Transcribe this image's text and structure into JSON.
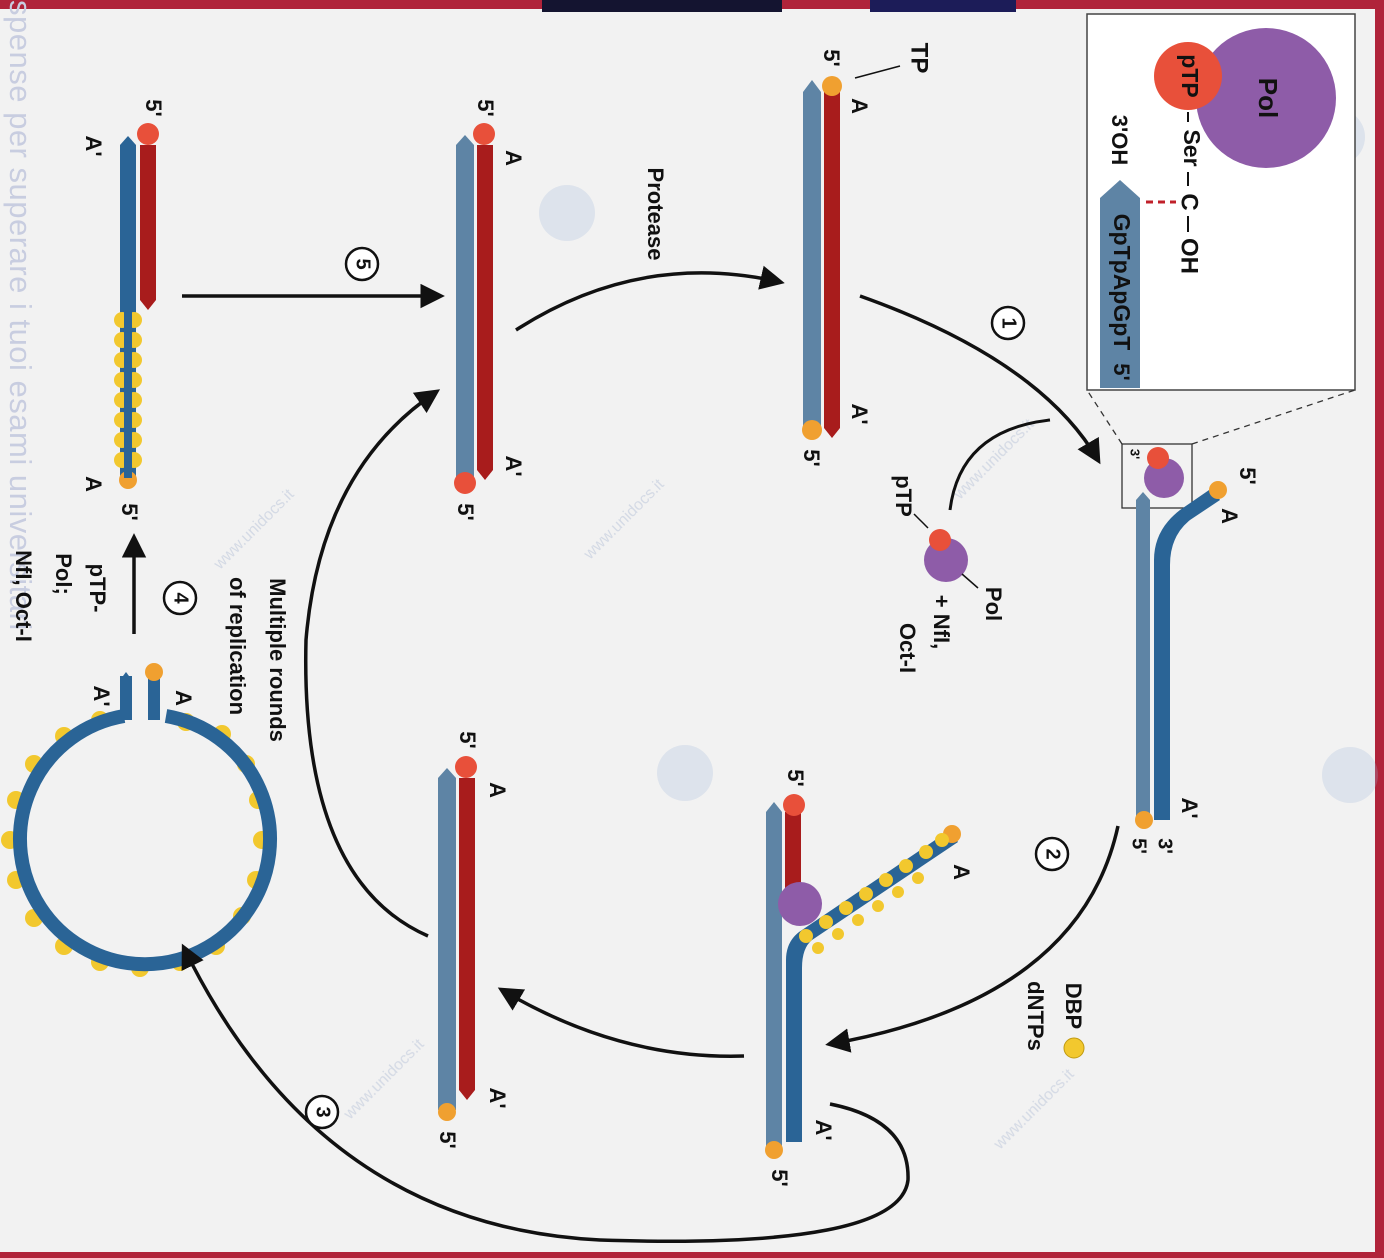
{
  "watermark": {
    "side_text": "spense per superare i tuoi esami universitari",
    "url": "www.unidocs.it"
  },
  "colors": {
    "frame": "#b0233a",
    "strand_dark_blue": "#2a6496",
    "strand_grey_blue": "#5e84a5",
    "strand_red": "#a81c1c",
    "terminal_protein": "#e8503a",
    "tp_small_orange": "#f0a030",
    "polymerase": "#8e5ca8",
    "dbp_yellow": "#f2c82e"
  },
  "inset": {
    "pol": "Pol",
    "ptp": "pTP",
    "ser": "Ser",
    "c": "C",
    "oh": "OH",
    "three_oh": "3'OH",
    "seq": "GpTpApGpT",
    "five": "5'"
  },
  "labels": {
    "five_prime": "5'",
    "three_prime": "3'",
    "a": "A",
    "a_prime": "A'",
    "tp": "TP",
    "ptp": "pTP",
    "pol": "Pol",
    "nfi_line1": "+ NfI,",
    "nfi_line2": "Oct-I",
    "protease": "Protease",
    "dbp": "DBP",
    "dntps": "dNTPs",
    "multiple_line1": "Multiple rounds",
    "multiple_line2": "of replication",
    "step4_line1": "pTP-",
    "step4_line2": "Pol;",
    "step4_line3": "NfI, Oct-I"
  },
  "steps": {
    "s1": "1",
    "s2": "2",
    "s3": "3",
    "s4": "4",
    "s5": "5"
  }
}
